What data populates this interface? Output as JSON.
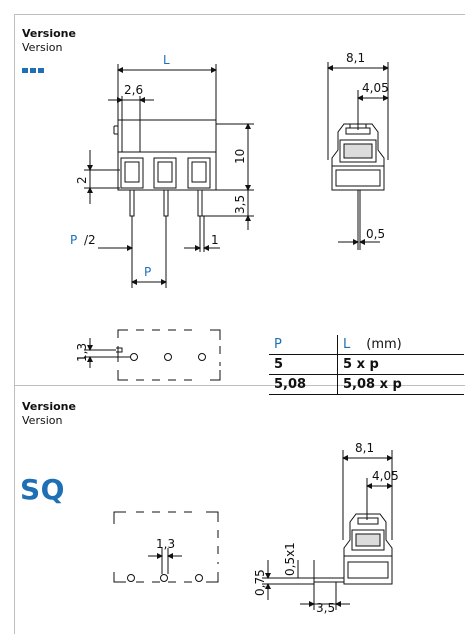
{
  "section1": {
    "title_it": "Versione",
    "title_en": "Version",
    "marker": "blue-dot-symbol"
  },
  "section2": {
    "title_it": "Versione",
    "title_en": "Version",
    "code": "SQ"
  },
  "dims1": {
    "L": "L",
    "pitch_offset": "2,6",
    "height": "10",
    "pin_len": "3,5",
    "half_pitch_label": "/2",
    "pitch": "P",
    "two": "2",
    "one": "1",
    "side_width": "8,1",
    "side_inner": "4,05",
    "pin_thick": "0,5",
    "pcb_spacing": "1,3"
  },
  "dims2": {
    "pcb_spacing": "1,3",
    "width": "8,1",
    "inner": "4,05",
    "pin_section": "0,5x1",
    "offset": "0,75",
    "pin_len": "3,5"
  },
  "table": {
    "h_p": "P",
    "h_l": "L",
    "h_unit": "(mm)",
    "rows": [
      {
        "p": "5",
        "l": "5 x p"
      },
      {
        "p": "5,08",
        "l": "5,08 x p"
      }
    ]
  }
}
